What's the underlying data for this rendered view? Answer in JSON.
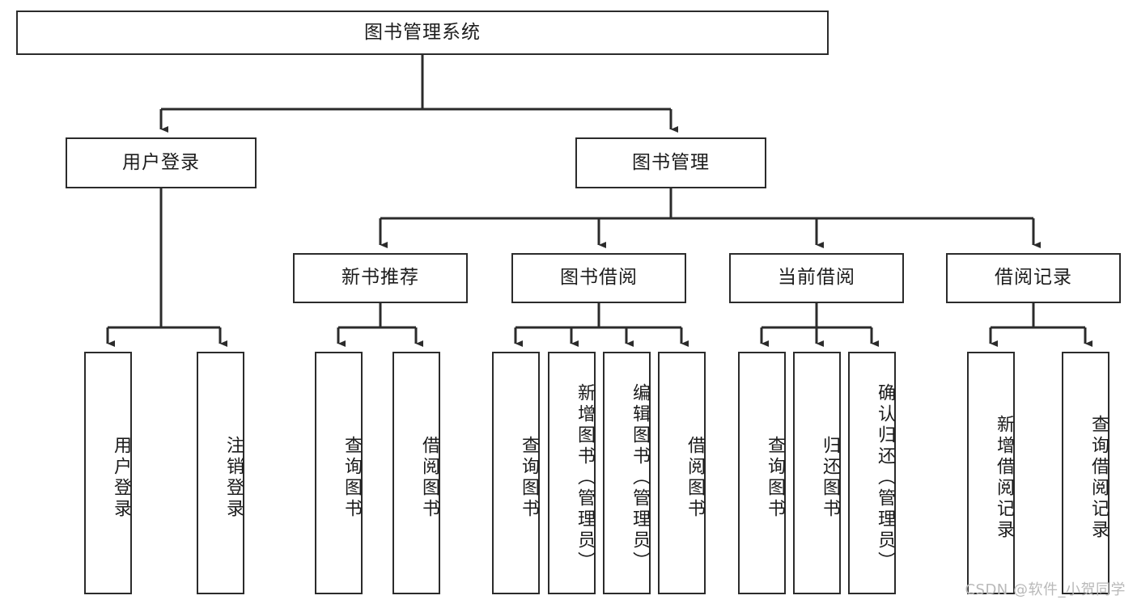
{
  "diagram": {
    "type": "tree-hierarchy",
    "title": "图书管理系统",
    "orientation": "top-down",
    "watermark": "CSDN @软件_小贺同学",
    "colors": {
      "node_border": "#2b2b2b",
      "node_fill": "#ffffff",
      "link": "#2b2b2b",
      "text": "#1c1c1c",
      "watermark": "#b9b9b9",
      "background": "#ffffff"
    },
    "nodes": {
      "root": {
        "label": "图书管理系统",
        "level": 1,
        "text_direction": "horizontal"
      },
      "l2": [
        {
          "id": "user-login",
          "label": "用户登录",
          "level": 2,
          "text_direction": "horizontal"
        },
        {
          "id": "book-manage",
          "label": "图书管理",
          "level": 2,
          "text_direction": "horizontal"
        }
      ],
      "l3": [
        {
          "id": "new-book-recommend",
          "label": "新书推荐",
          "level": 3,
          "text_direction": "horizontal"
        },
        {
          "id": "book-borrow",
          "label": "图书借阅",
          "level": 3,
          "text_direction": "horizontal"
        },
        {
          "id": "current-borrow",
          "label": "当前借阅",
          "level": 3,
          "text_direction": "horizontal"
        },
        {
          "id": "borrow-record",
          "label": "借阅记录",
          "level": 3,
          "text_direction": "horizontal"
        }
      ],
      "leaves": [
        {
          "id": "leaf-user-login",
          "label": "用户登录",
          "parent": "user-login",
          "text_direction": "vertical"
        },
        {
          "id": "leaf-user-logout",
          "label": "注销登录",
          "parent": "user-login",
          "text_direction": "vertical"
        },
        {
          "id": "leaf-query-book-1",
          "label": "查询图书",
          "parent": "new-book-recommend",
          "text_direction": "vertical"
        },
        {
          "id": "leaf-borrow-book-1",
          "label": "借阅图书",
          "parent": "new-book-recommend",
          "text_direction": "vertical"
        },
        {
          "id": "leaf-query-book-2",
          "label": "查询图书",
          "parent": "book-borrow",
          "text_direction": "vertical"
        },
        {
          "id": "leaf-add-book",
          "label": "新增图书（管理员）",
          "parent": "book-borrow",
          "text_direction": "vertical"
        },
        {
          "id": "leaf-edit-book",
          "label": "编辑图书（管理员）",
          "parent": "book-borrow",
          "text_direction": "vertical"
        },
        {
          "id": "leaf-borrow-book-2",
          "label": "借阅图书",
          "parent": "book-borrow",
          "text_direction": "vertical"
        },
        {
          "id": "leaf-query-book-3",
          "label": "查询图书",
          "parent": "current-borrow",
          "text_direction": "vertical"
        },
        {
          "id": "leaf-return-book",
          "label": "归还图书",
          "parent": "current-borrow",
          "text_direction": "vertical"
        },
        {
          "id": "leaf-confirm-return",
          "label": "确认归还（管理员）",
          "parent": "current-borrow",
          "text_direction": "vertical"
        },
        {
          "id": "leaf-add-record",
          "label": "新增借阅记录",
          "parent": "borrow-record",
          "text_direction": "vertical"
        },
        {
          "id": "leaf-query-record",
          "label": "查询借阅记录",
          "parent": "borrow-record",
          "text_direction": "vertical"
        }
      ]
    }
  }
}
